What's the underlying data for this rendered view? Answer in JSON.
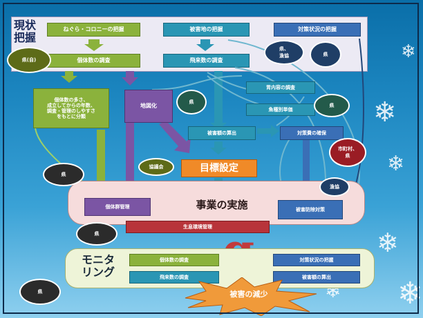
{
  "sections": {
    "current": "現状\n把握",
    "implementation": "事業の実施",
    "monitoring": "モニタ\nリング"
  },
  "top_row": {
    "nest_colony": "ねぐら・コロニーの把握",
    "damage_area": "被害地の把握",
    "countermeasure_status": "対策状況の把握"
  },
  "second_row": {
    "population_survey": "個体数の調査",
    "flying_count_survey": "飛来数の調査"
  },
  "classification_box": "個体数の多さ、\n成立してからの年数、\n調査・管理のしやすさ\nをもとに分類",
  "mapping_box": "地図化",
  "stomach_survey": "胃内容の調査",
  "fish_catch": "魚種別単価",
  "damage_calc": "被害額の算出",
  "measure_secure": "対策費の確保",
  "goal_setting": "目標設定",
  "group_management": "個体群管理",
  "damage_prevention": "被害防除対策",
  "habitat_management": "生息環境管理",
  "monitor_boxes": {
    "population": "個体数の調査",
    "flying": "飛来数の調査",
    "status": "対策状況の把握",
    "damage": "被害額の算出"
  },
  "result_burst": "被害の減少",
  "actors": {
    "pref_self": "県(自)",
    "pref_fish": "県、\n漁協",
    "pref1": "県",
    "pref2": "県",
    "city": "市町村、\n県",
    "council": "協議会",
    "pref3": "県",
    "fish_coop": "漁協",
    "pref4": "県",
    "pref5": "県"
  },
  "colors": {
    "green": "#8bb23c",
    "teal": "#2a96b4",
    "blue": "#3a6fb6",
    "purple": "#7b55a4",
    "orange": "#f08a28",
    "red": "#b8343a",
    "top_band": "#eceaf4",
    "impl_band": "#f6dcdc",
    "monitor_band": "#eef4d8"
  }
}
